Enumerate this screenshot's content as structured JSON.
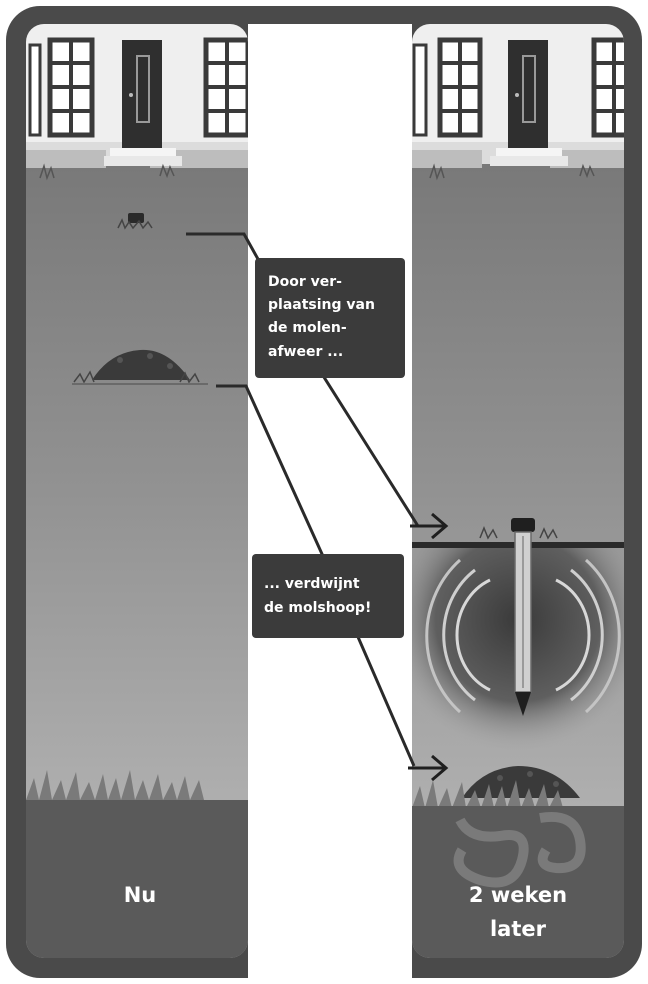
{
  "callouts": {
    "top_lines": [
      "Door ver-",
      "plaatsing van",
      "de molen-",
      "afweer ..."
    ],
    "bottom_lines": [
      "... verdwijnt",
      "de molshoop!"
    ]
  },
  "panels": {
    "left_label": "Nu",
    "right_label_lines": [
      "2 weken",
      "later"
    ]
  },
  "colors": {
    "frame": "#4a4a4a",
    "grass_top": "#6c6c6c",
    "grass_bottom": "#b9b9b9",
    "soil": "#5a5a5a",
    "callout_bg": "#3b3b3b",
    "house_wall": "#efefef",
    "door": "#2f2f2f"
  }
}
